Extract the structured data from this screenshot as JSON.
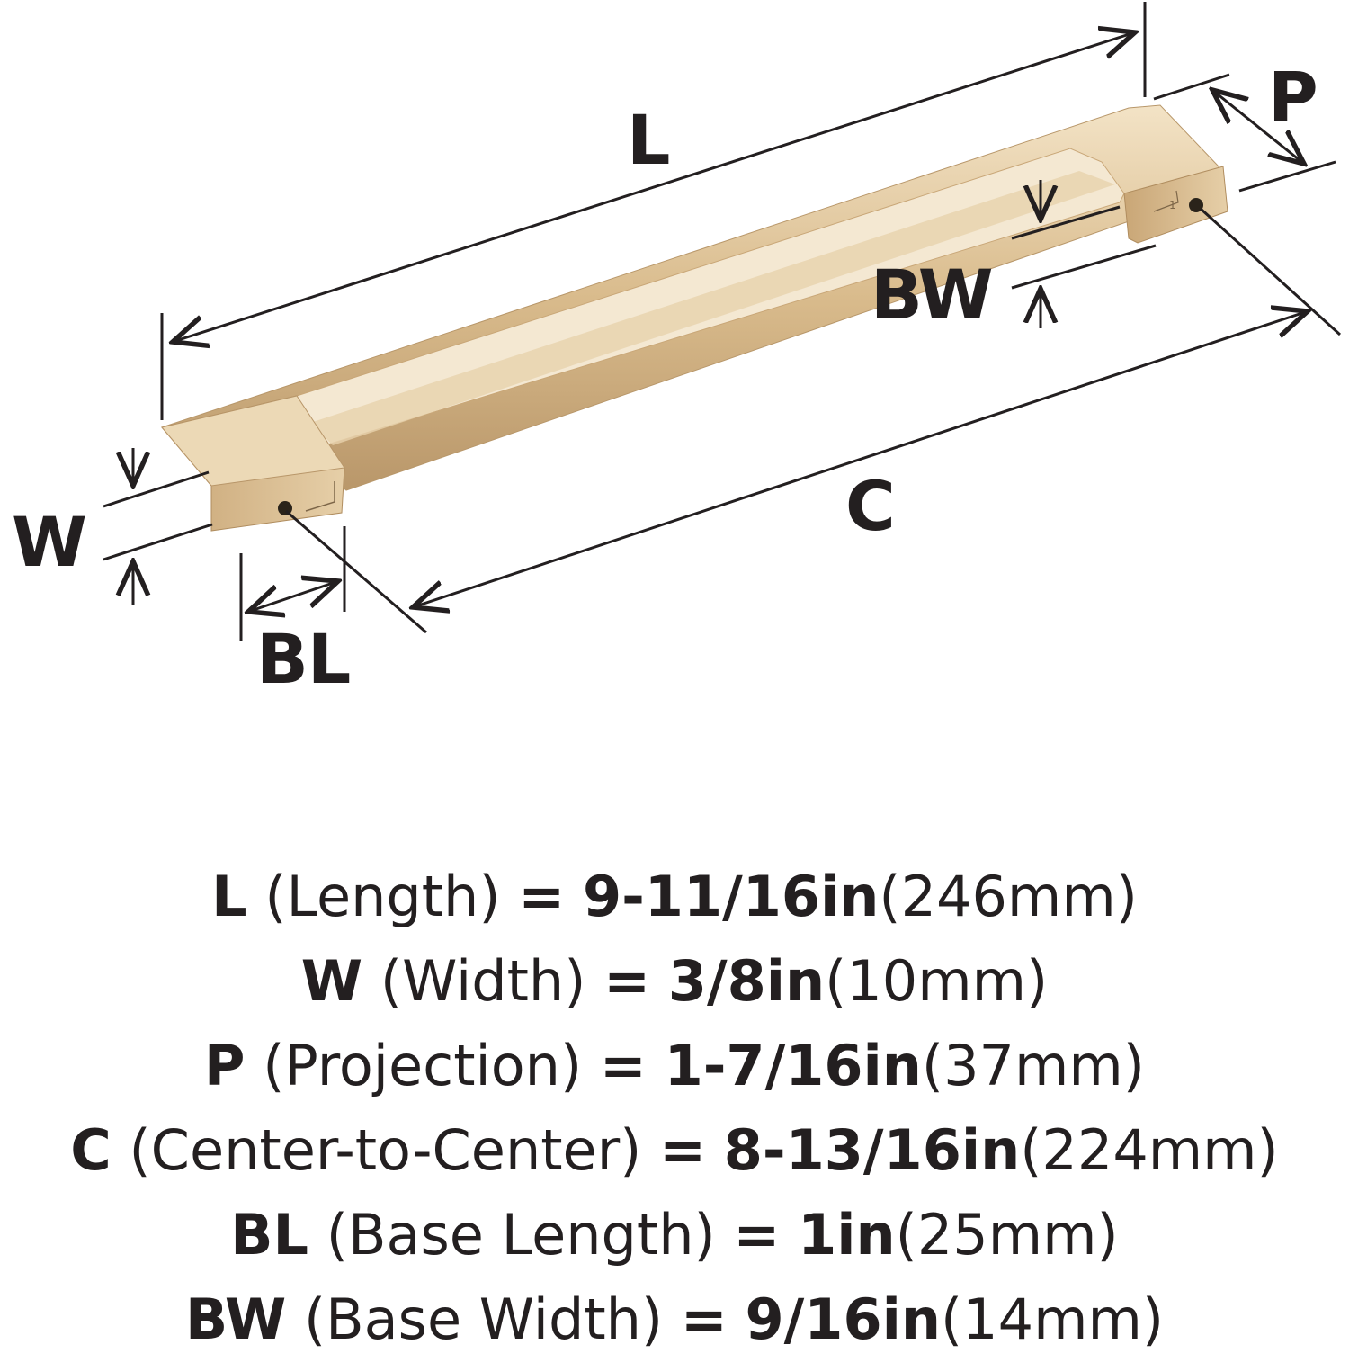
{
  "colors": {
    "ink": "#231f20",
    "brass": "#d8b989",
    "brass_dark": "#b28f5f",
    "brass_light": "#f2e2c4"
  },
  "diagram": {
    "labels": {
      "L": "L",
      "P": "P",
      "BW": "BW",
      "C": "C",
      "W": "W",
      "BL": "BL"
    },
    "base_stamp": "1"
  },
  "specs": [
    {
      "code": "L",
      "name": "(Length)",
      "eq": "=",
      "inch": "9-11/16in",
      "mm": "(246mm)"
    },
    {
      "code": "W",
      "name": "(Width)",
      "eq": "=",
      "inch": "3/8in",
      "mm": "(10mm)"
    },
    {
      "code": "P",
      "name": "(Projection)",
      "eq": "=",
      "inch": "1-7/16in",
      "mm": "(37mm)"
    },
    {
      "code": "C",
      "name": "(Center-to-Center)",
      "eq": "=",
      "inch": "8-13/16in",
      "mm": "(224mm)"
    },
    {
      "code": "BL",
      "name": "(Base Length)",
      "eq": "=",
      "inch": "1in",
      "mm": "(25mm)"
    },
    {
      "code": "BW",
      "name": "(Base Width)",
      "eq": "=",
      "inch": "9/16in",
      "mm": "(14mm)"
    }
  ]
}
